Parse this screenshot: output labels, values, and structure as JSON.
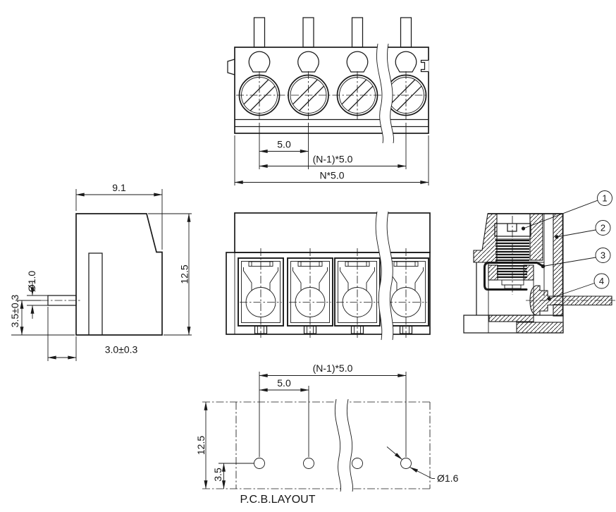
{
  "drawing": {
    "background": "#ffffff",
    "ink": "#1a1a1a",
    "top_view": {
      "dim_pitch": "5.0",
      "dim_span": "(N-1)*5.0",
      "dim_total": "N*5.0"
    },
    "side_view": {
      "dim_depth": "9.1",
      "dim_height": "12.5",
      "dim_pin_diameter": "Ø1.0",
      "dim_pin_offset": "3.5±0.3",
      "dim_pin_length": "3.0±0.3"
    },
    "section_view": {
      "callouts": [
        "1",
        "2",
        "3",
        "4"
      ]
    },
    "pcb_layout": {
      "dim_span": "(N-1)*5.0",
      "dim_pitch": "5.0",
      "dim_height": "12.5",
      "dim_hole_offset": "3.5",
      "dim_hole_diameter": "Ø1.6",
      "caption": "P.C.B.LAYOUT"
    }
  }
}
